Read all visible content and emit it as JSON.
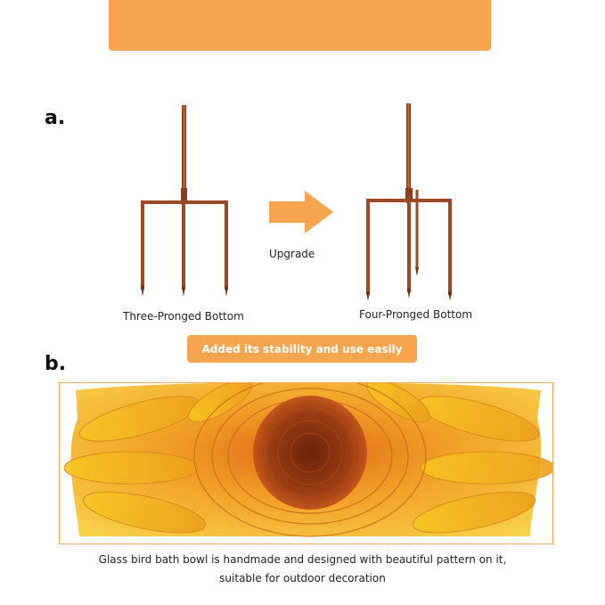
{
  "banner": {
    "color": "#f7a64f"
  },
  "sections": {
    "a_label": "a.",
    "b_label": "b."
  },
  "comparison": {
    "left_caption": "Three-Pronged Bottom",
    "right_caption": "Four-Pronged Bottom",
    "arrow_label": "Upgrade",
    "arrow_icon": "right-arrow-icon"
  },
  "highlight": {
    "text": "Added its stability and use easily"
  },
  "photo": {
    "subject": "sunflower-glass-bowl"
  },
  "description": {
    "line1": "Glass bird bath bowl is handmade and designed with beautiful pattern on it,",
    "line2": "suitable for outdoor decoration"
  },
  "colors": {
    "accent": "#f7a64f",
    "copper": "#9a4a26",
    "petal_light": "#f7c62a",
    "petal_dark": "#e9861c",
    "center": "#8e3a14"
  }
}
